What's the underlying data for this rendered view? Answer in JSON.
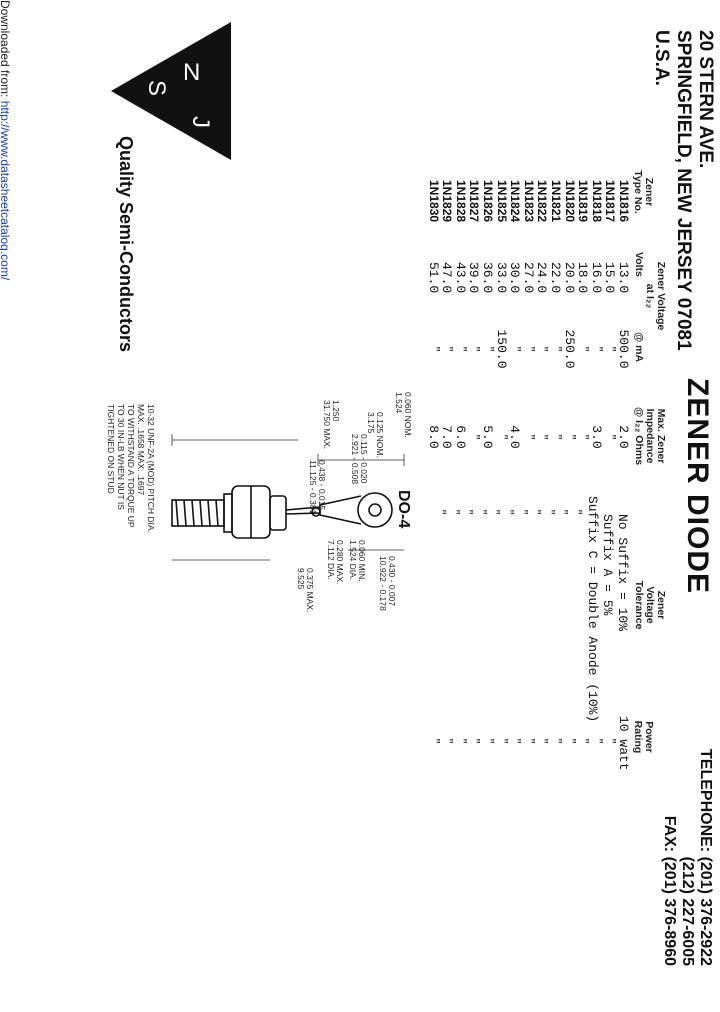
{
  "company": {
    "address": [
      "20 STERN AVE.",
      "SPRINGFIELD, NEW JERSEY 07081",
      "U.S.A."
    ],
    "logo_letters": [
      "N",
      "J",
      "S"
    ],
    "tagline": "Quality Semi-Conductors",
    "telephone": [
      "TELEPHONE: (201) 376-2922",
      "(212) 227-6005",
      "FAX: (201) 376-8960"
    ]
  },
  "title": "ZENER DIODE",
  "table": {
    "headers": {
      "type": [
        "Zener",
        "Type No."
      ],
      "voltage": [
        "Zener Voltage",
        "at I₂₂",
        "Volts"
      ],
      "at_ma": "@ mA",
      "impedance": [
        "Max. Zener",
        "Impedance",
        "@ I₂₂ Ohms"
      ],
      "tolerance": [
        "Zener",
        "Voltage",
        "Tolerance"
      ],
      "power": [
        "Power",
        "Rating"
      ]
    },
    "types": [
      "1N1816",
      "1N1817",
      "1N1818",
      "1N1819",
      "1N1820",
      "1N1821",
      "1N1822",
      "1N1823",
      "1N1824",
      "1N1825",
      "1N1826",
      "1N1827",
      "1N1828",
      "1N1829",
      "1N1830"
    ],
    "volts": [
      "13.0",
      "15.0",
      "16.0",
      "18.0",
      "20.0",
      "22.0",
      "24.0",
      "27.0",
      "30.0",
      "33.0",
      "36.0",
      "39.0",
      "43.0",
      "47.0",
      "51.0"
    ],
    "ma": [
      "500.0",
      "″",
      "″",
      "″",
      "250.0",
      "″",
      "″",
      "″",
      "″",
      "150.0",
      "″",
      "″",
      "″",
      "″",
      "″"
    ],
    "ohms": [
      "2.0",
      "″",
      "3.0",
      "″",
      "″",
      "″",
      "″",
      "″",
      "4.0",
      "″",
      "5.0",
      "″",
      "6.0",
      "7.0",
      "8.0"
    ],
    "tolerance": [
      "No Suffix = 10%",
      "Suffix A = 5%",
      "Suffix C = Double Anode (10%)"
    ],
    "ditto": "″",
    "power": [
      "10 watt",
      "″",
      "″",
      "″",
      "″",
      "″",
      "″",
      "″",
      "″",
      "″",
      "″",
      "″",
      "″",
      "″",
      "″"
    ]
  },
  "package": {
    "name": "DO-4",
    "dims": {
      "d1": [
        "0.060 NOM.",
        "1.524"
      ],
      "d2": [
        "0.125 NOM.",
        "3.175"
      ],
      "d3": [
        "0.115 - 0.020",
        "2.921 - 0.508"
      ],
      "d4": [
        "1.250",
        "31.750 MAX."
      ],
      "d5": [
        "0.438 - 0.015",
        "11.125 - 0.381"
      ],
      "d6": [
        "0.430 - 0.007",
        "10.922 - 0.178"
      ],
      "d7": [
        "0.060 MIN.",
        "1.524 DIA."
      ],
      "d8": [
        "0.280 MAX.",
        "7.112 DIA."
      ],
      "d9": [
        "0.375 MAX.",
        "9.525"
      ]
    },
    "thread_note": [
      "10-32 UNF-2A (MOD) PITCH DIA.",
      "MAX. .1658 MAX. .1697",
      "TO WITHSTAND A TORQUE UP",
      "TO 30 IN-LB WHEN NUT IS",
      "TIGHTENED ON STUD"
    ]
  },
  "footer": {
    "prefix": "Downloaded from:",
    "url": "http://www.datasheetcatalog.com/"
  }
}
